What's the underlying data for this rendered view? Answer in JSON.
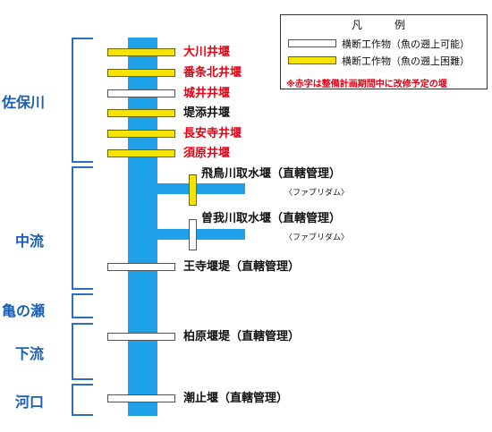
{
  "legend": {
    "title": "凡　例",
    "row_passable": "横断工作物（魚の遡上可能）",
    "row_difficult": "横断工作物（魚の遡上困難）",
    "note": "※赤字は整備計画期間中に改修予定の堰",
    "colors": {
      "passable": "#ffffff",
      "difficult": "#f5e400",
      "planned_text": "#e60012",
      "river": "#1ea1e8"
    }
  },
  "sections": {
    "sahogawa": "佐保川",
    "churyu": "中流",
    "kamenose": "亀の瀬",
    "karyu": "下流",
    "kako": "河口"
  },
  "weirs": [
    {
      "name": "大川井堰",
      "fish_passage": "difficult",
      "planned_renovation": true
    },
    {
      "name": "番条北井堰",
      "fish_passage": "difficult",
      "planned_renovation": true
    },
    {
      "name": "城井井堰",
      "fish_passage": "passable",
      "planned_renovation": true
    },
    {
      "name": "堤添井堰",
      "fish_passage": "difficult",
      "planned_renovation": false
    },
    {
      "name": "長安寺井堰",
      "fish_passage": "difficult",
      "planned_renovation": true
    },
    {
      "name": "須原井堰",
      "fish_passage": "difficult",
      "planned_renovation": true
    },
    {
      "name": "飛鳥川取水堰（直轄管理）",
      "sub": "〈ファブリダム〉",
      "fish_passage": "difficult",
      "planned_renovation": false
    },
    {
      "name": "曽我川取水堰（直轄管理）",
      "sub": "〈ファブリダム〉",
      "fish_passage": "passable",
      "planned_renovation": false
    },
    {
      "name": "王寺堰堤（直轄管理）",
      "fish_passage": "passable",
      "planned_renovation": false
    },
    {
      "name": "柏原堰堤（直轄管理）",
      "fish_passage": "passable",
      "planned_renovation": false
    },
    {
      "name": "潮止堰（直轄管理）",
      "fish_passage": "passable",
      "planned_renovation": false
    }
  ]
}
